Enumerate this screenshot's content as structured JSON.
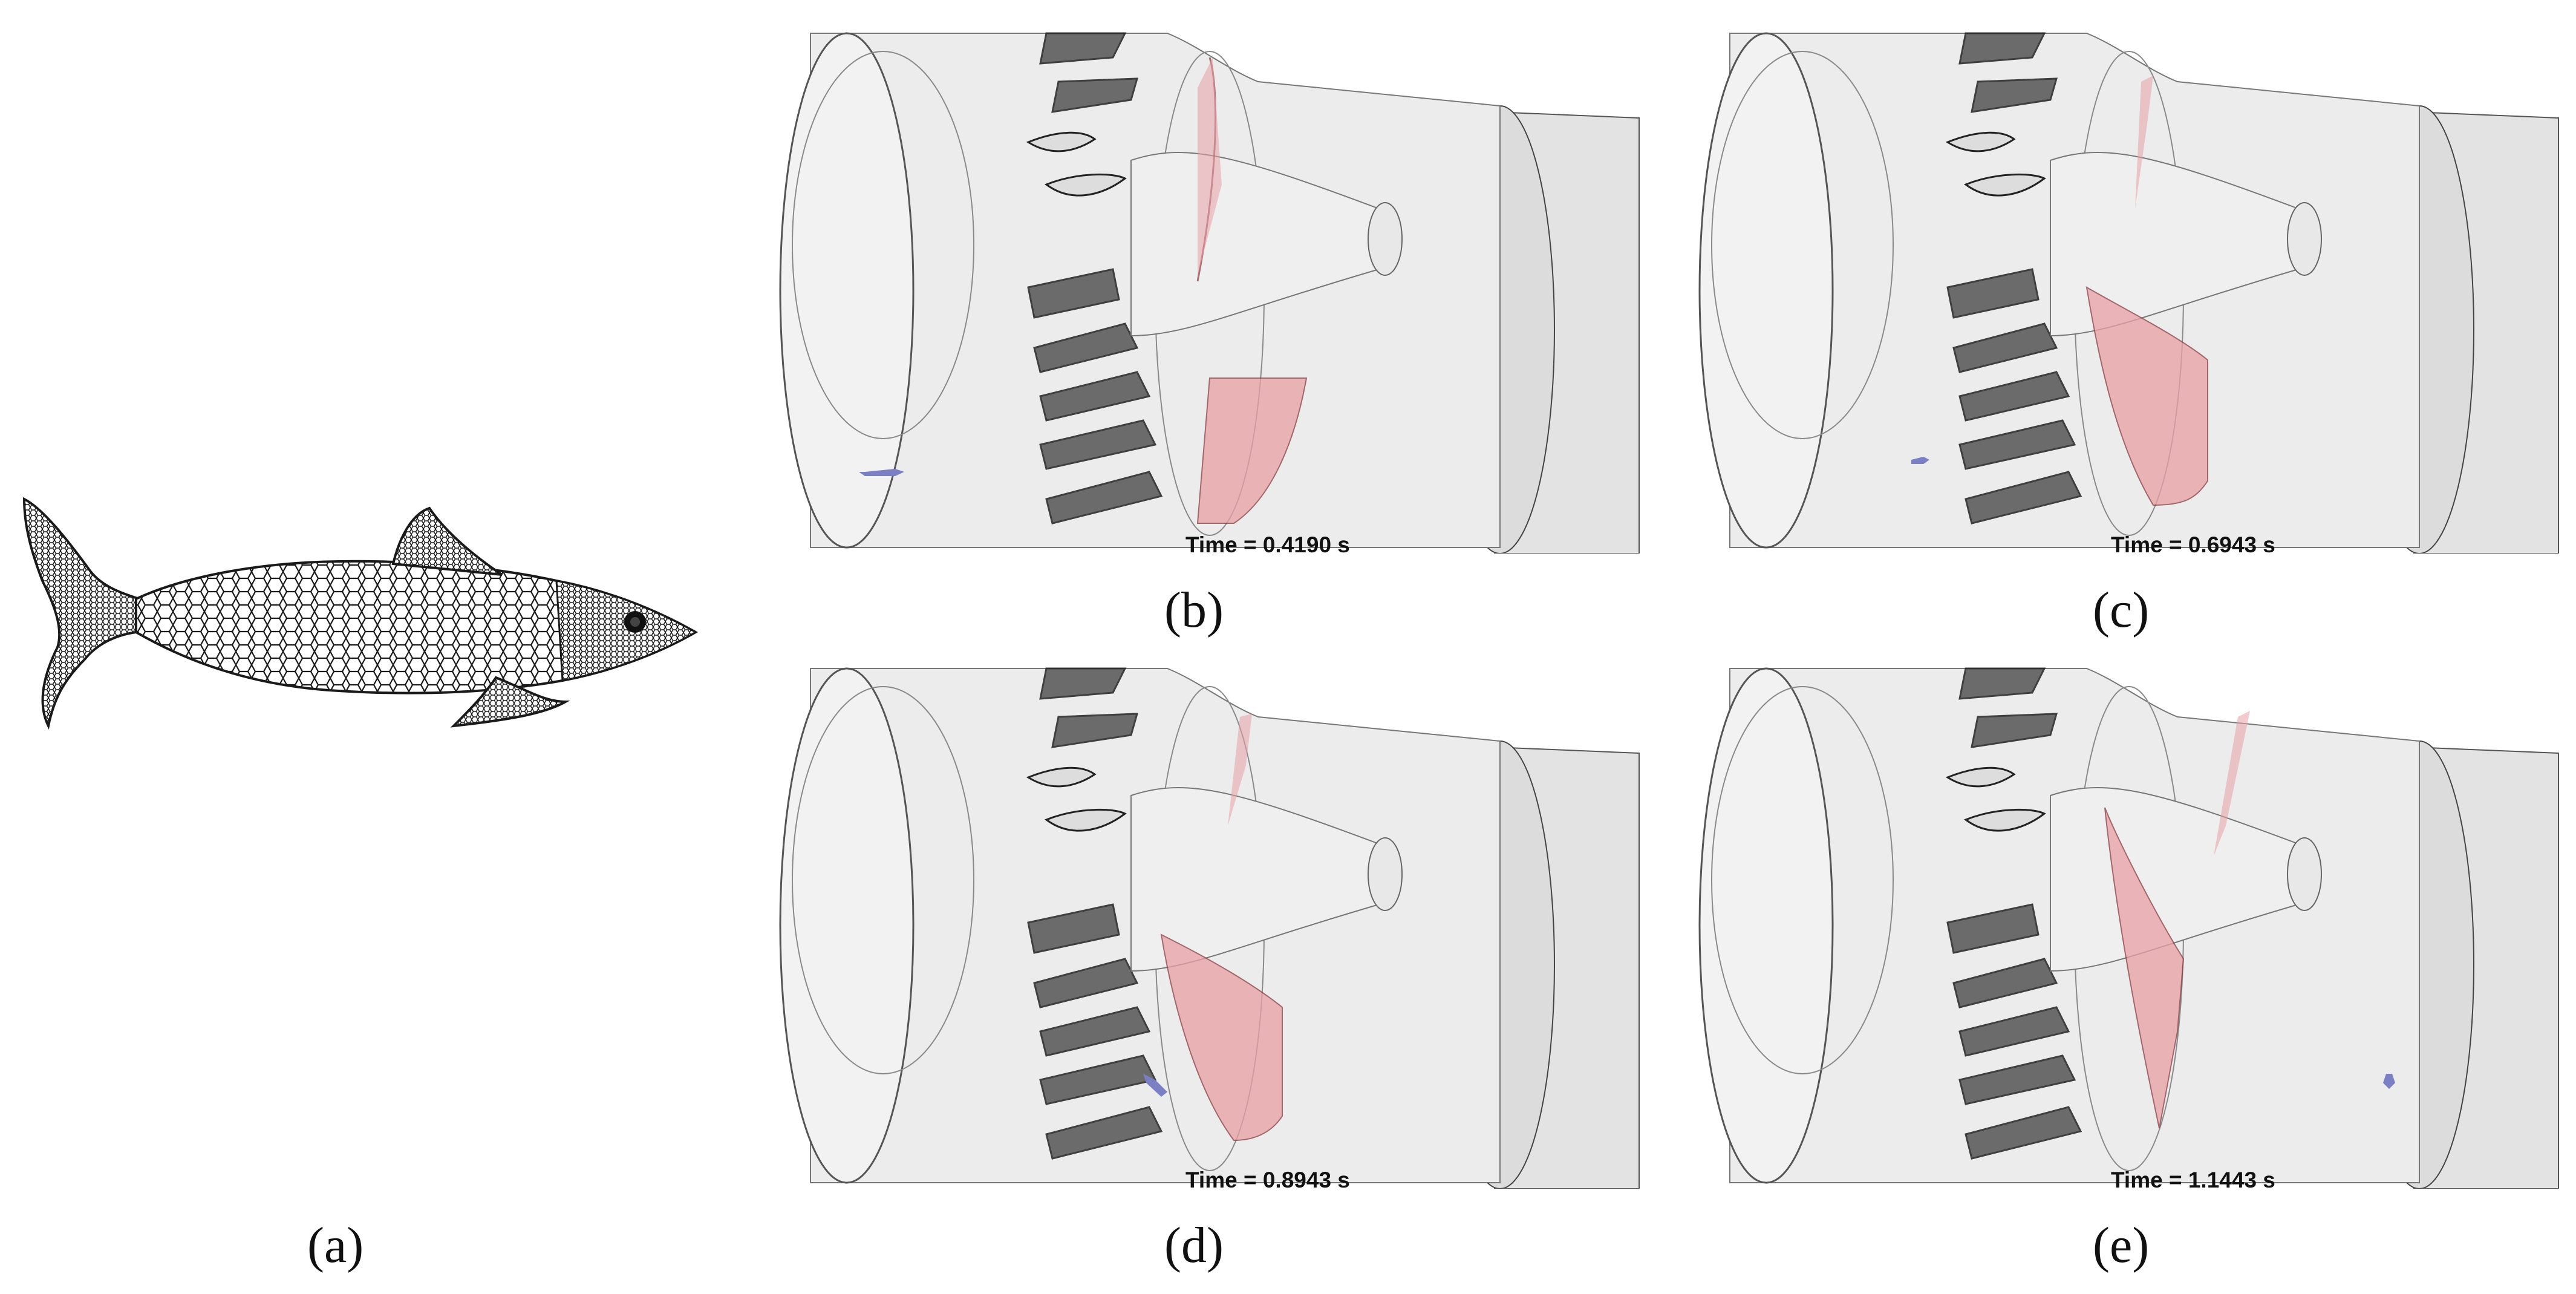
{
  "figure": {
    "panels": [
      {
        "id": "a",
        "caption": "(a)"
      },
      {
        "id": "b",
        "caption": "(b)",
        "time_label": "Time = 0.4190 s",
        "fish_visible": true
      },
      {
        "id": "c",
        "caption": "(c)",
        "time_label": "Time = 0.6943 s",
        "fish_visible": true
      },
      {
        "id": "d",
        "caption": "(d)",
        "time_label": "Time = 0.8943 s",
        "fish_visible": true
      },
      {
        "id": "e",
        "caption": "(e)",
        "time_label": "Time = 1.1443 s",
        "fish_visible": true
      }
    ],
    "colors": {
      "engine_body": "#d9d9d9",
      "engine_edge": "#555555",
      "fan_blade": "#4a4a4a",
      "impact_region": "#e8a0a5",
      "fish_marker": "#7b7fc4",
      "mesh_line": "#1a1a1a"
    }
  }
}
